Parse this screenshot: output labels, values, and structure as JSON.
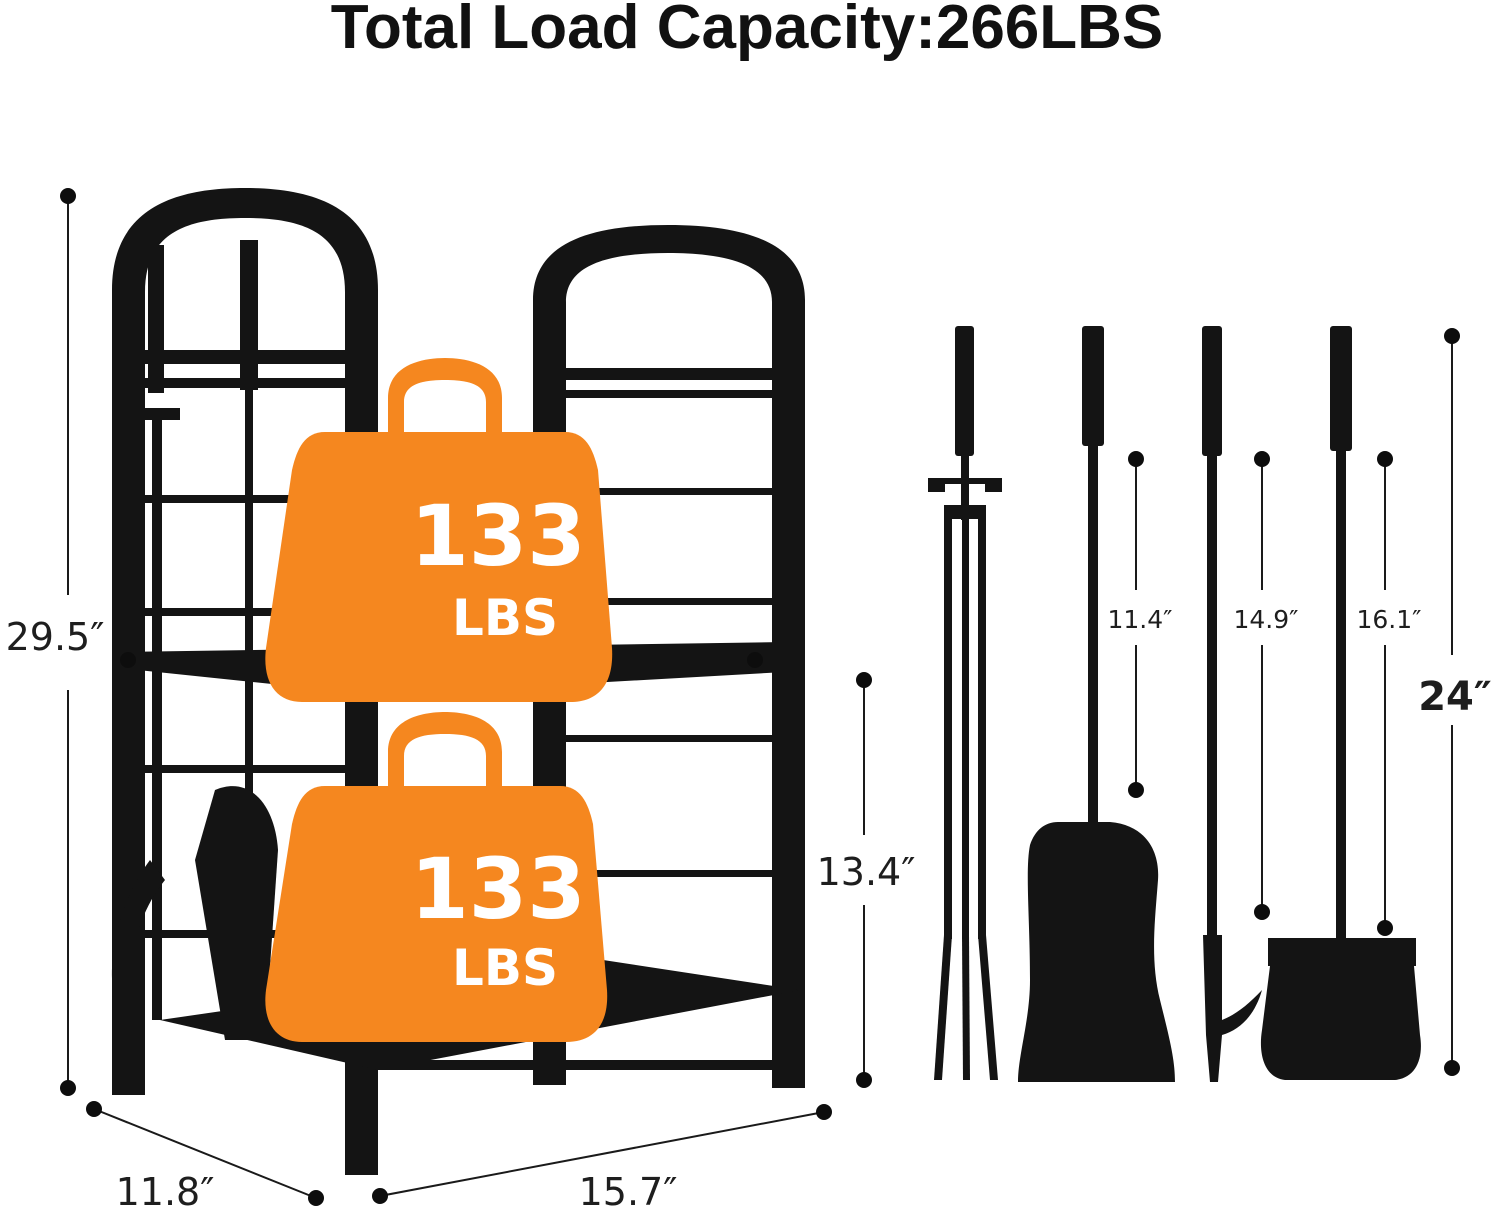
{
  "headline": "Total Load Capacity:266LBS",
  "colors": {
    "weight": "#f5871f",
    "metal": "#141414",
    "text": "#1e1e1e"
  },
  "rack": {
    "height_label": "29.5″",
    "shelf_height_label": "13.4″",
    "depth_label": "11.8″",
    "width_label": "15.7″"
  },
  "weights": [
    {
      "value": "133",
      "unit": "LBS"
    },
    {
      "value": "133",
      "unit": "LBS"
    }
  ],
  "tools": {
    "overall_label": "24″",
    "labels": [
      "11.4″",
      "14.9″",
      "16.1″"
    ]
  }
}
